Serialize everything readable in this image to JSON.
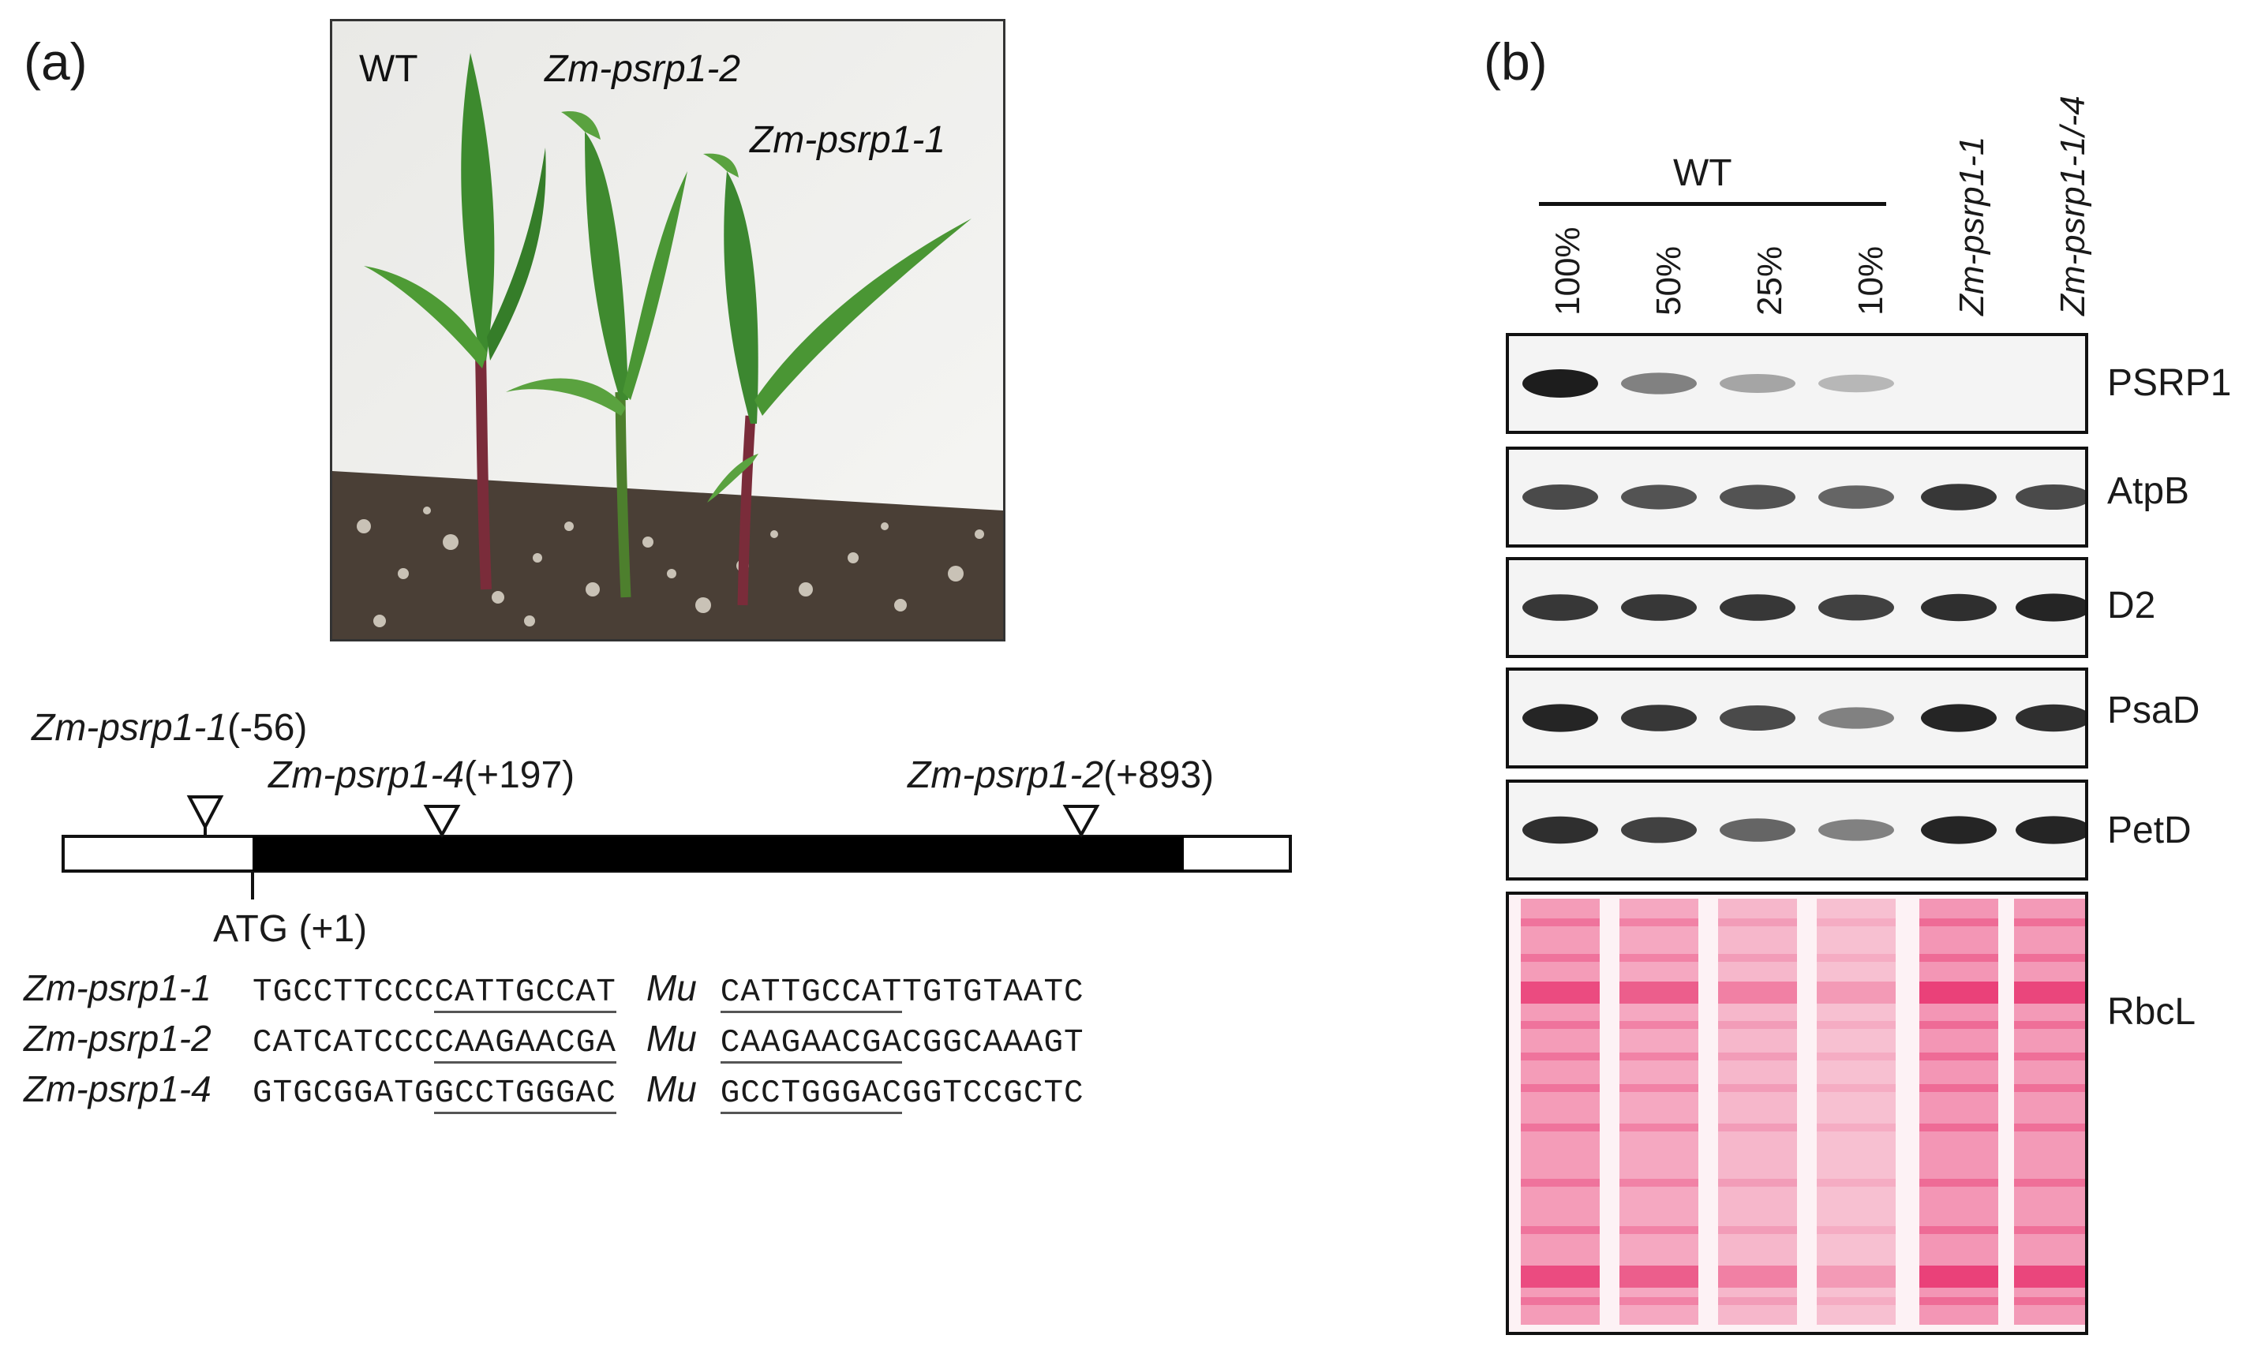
{
  "panel_a": {
    "letter": "(a)",
    "photo_labels": {
      "wt": "WT",
      "psrp1_2": "Zm-psrp1-2",
      "psrp1_1": "Zm-psrp1-1"
    },
    "gene_model": {
      "insertions": [
        {
          "allele": "Zm-psrp1-1",
          "position": "(-56)"
        },
        {
          "allele": "Zm-psrp1-4",
          "position": "(+197)"
        },
        {
          "allele": "Zm-psrp1-2",
          "position": "(+893)"
        }
      ],
      "start_label": "ATG (+1)"
    },
    "sequences": [
      {
        "allele": "Zm-psrp1-1",
        "left_flank": "TGCCTTCCC",
        "left_dup": "CATTGCCAT",
        "mu": "Mu",
        "right_dup": "CATTGCCAT",
        "right_flank": "TGTGTAATC"
      },
      {
        "allele": "Zm-psrp1-2",
        "left_flank": "CATCATCCC",
        "left_dup": "CAAGAACGA",
        "mu": "Mu",
        "right_dup": "CAAGAACGA",
        "right_flank": "CGGCAAAGT"
      },
      {
        "allele": "Zm-psrp1-4",
        "left_flank": "GTGCGGATG",
        "left_dup": "GCCTGGGAC",
        "mu": "Mu",
        "right_dup": "GCCTGGGAC",
        "right_flank": "GGTCCGCTC"
      }
    ]
  },
  "panel_b": {
    "letter": "(b)",
    "wt_header": "WT",
    "lanes": [
      "100%",
      "50%",
      "25%",
      "10%",
      "Zm-psrp1-1",
      "Zm-psrp1-1/-4"
    ],
    "blots": [
      {
        "label": "PSRP1",
        "intensities": [
          1.0,
          0.45,
          0.25,
          0.15,
          0.0,
          0.0
        ]
      },
      {
        "label": "AtpB",
        "intensities": [
          0.75,
          0.7,
          0.7,
          0.6,
          0.85,
          0.75
        ]
      },
      {
        "label": "D2",
        "intensities": [
          0.85,
          0.85,
          0.85,
          0.8,
          0.9,
          0.95
        ]
      },
      {
        "label": "PsaD",
        "intensities": [
          0.95,
          0.85,
          0.75,
          0.45,
          0.95,
          0.9
        ]
      },
      {
        "label": "PetD",
        "intensities": [
          0.9,
          0.8,
          0.6,
          0.45,
          0.95,
          0.95
        ]
      }
    ],
    "stain": {
      "label": "RbcL",
      "intensities": [
        0.85,
        0.7,
        0.45,
        0.3,
        0.95,
        0.9
      ]
    },
    "colors": {
      "band": "#111111",
      "stain": "#e8336e"
    }
  }
}
